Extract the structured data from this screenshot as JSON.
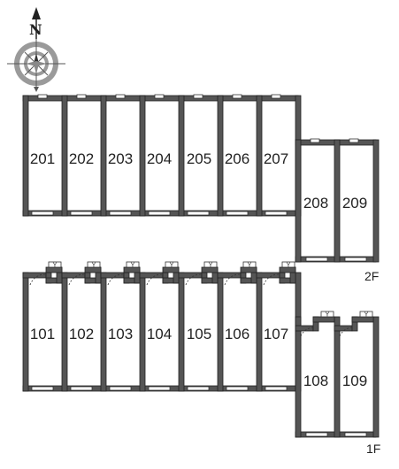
{
  "compass": {
    "label": "N",
    "icon": "compass-rose-icon"
  },
  "floors": [
    {
      "name": "2F",
      "units": [
        {
          "id": "201",
          "label": "201"
        },
        {
          "id": "202",
          "label": "202"
        },
        {
          "id": "203",
          "label": "203"
        },
        {
          "id": "204",
          "label": "204"
        },
        {
          "id": "205",
          "label": "205"
        },
        {
          "id": "206",
          "label": "206"
        },
        {
          "id": "207",
          "label": "207"
        },
        {
          "id": "208",
          "label": "208"
        },
        {
          "id": "209",
          "label": "209"
        }
      ]
    },
    {
      "name": "1F",
      "units": [
        {
          "id": "101",
          "label": "101"
        },
        {
          "id": "102",
          "label": "102"
        },
        {
          "id": "103",
          "label": "103"
        },
        {
          "id": "104",
          "label": "104"
        },
        {
          "id": "105",
          "label": "105"
        },
        {
          "id": "106",
          "label": "106"
        },
        {
          "id": "107",
          "label": "107"
        },
        {
          "id": "108",
          "label": "108"
        },
        {
          "id": "109",
          "label": "109"
        }
      ]
    }
  ],
  "meter_box_label": "Y",
  "colors": {
    "wall": "#555555",
    "wall_edge": "#222222",
    "background": "#ffffff"
  }
}
